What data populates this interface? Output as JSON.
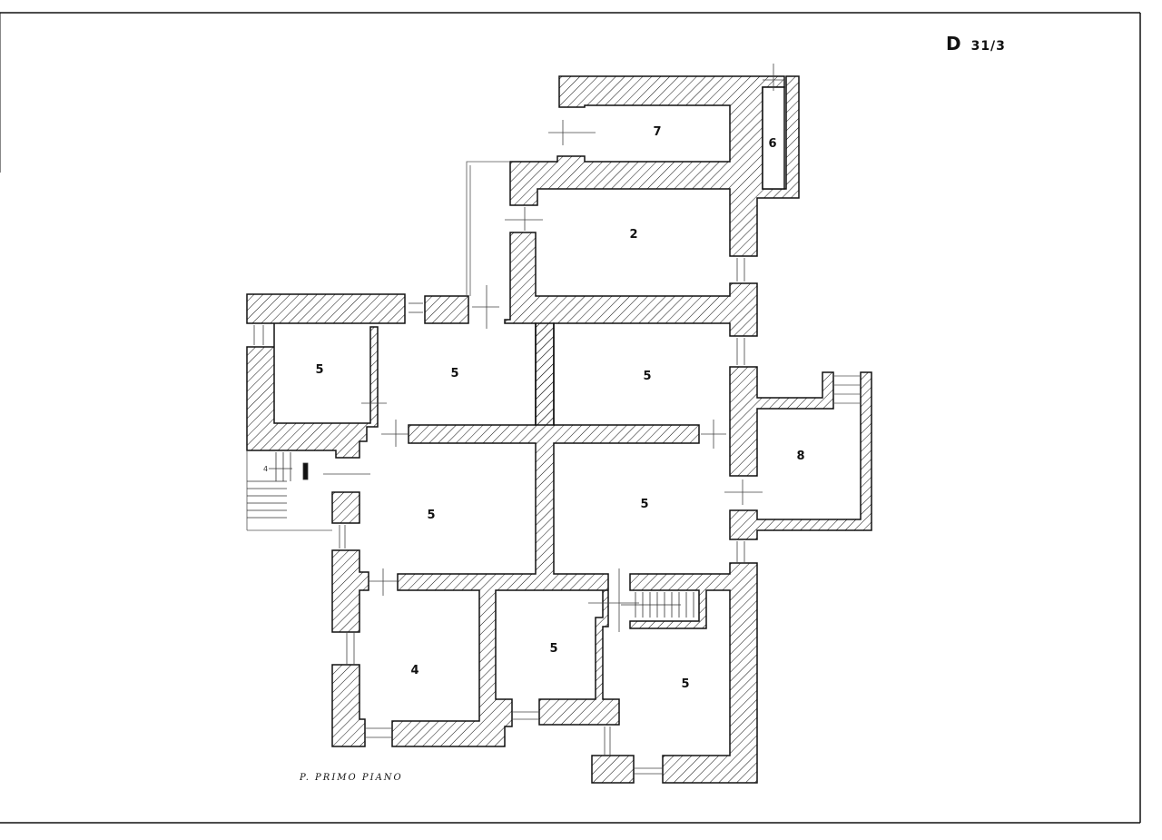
{
  "sheet": {
    "code_letter": "D",
    "code_number": "31/3"
  },
  "plan": {
    "caption": "P. PRIMO PIANO",
    "rooms": [
      {
        "id": "room-7",
        "label": "7"
      },
      {
        "id": "room-6",
        "label": "6"
      },
      {
        "id": "room-2",
        "label": "2"
      },
      {
        "id": "room-5a",
        "label": "5"
      },
      {
        "id": "room-5b",
        "label": "5"
      },
      {
        "id": "room-5c",
        "label": "5"
      },
      {
        "id": "room-8",
        "label": "8"
      },
      {
        "id": "room-5d",
        "label": "5"
      },
      {
        "id": "room-5e",
        "label": "5"
      },
      {
        "id": "room-4",
        "label": "4"
      },
      {
        "id": "room-5f",
        "label": "5"
      },
      {
        "id": "room-5g",
        "label": "5"
      }
    ],
    "stair_mark": "4"
  },
  "colors": {
    "ink": "#111111",
    "paper": "#ffffff"
  }
}
